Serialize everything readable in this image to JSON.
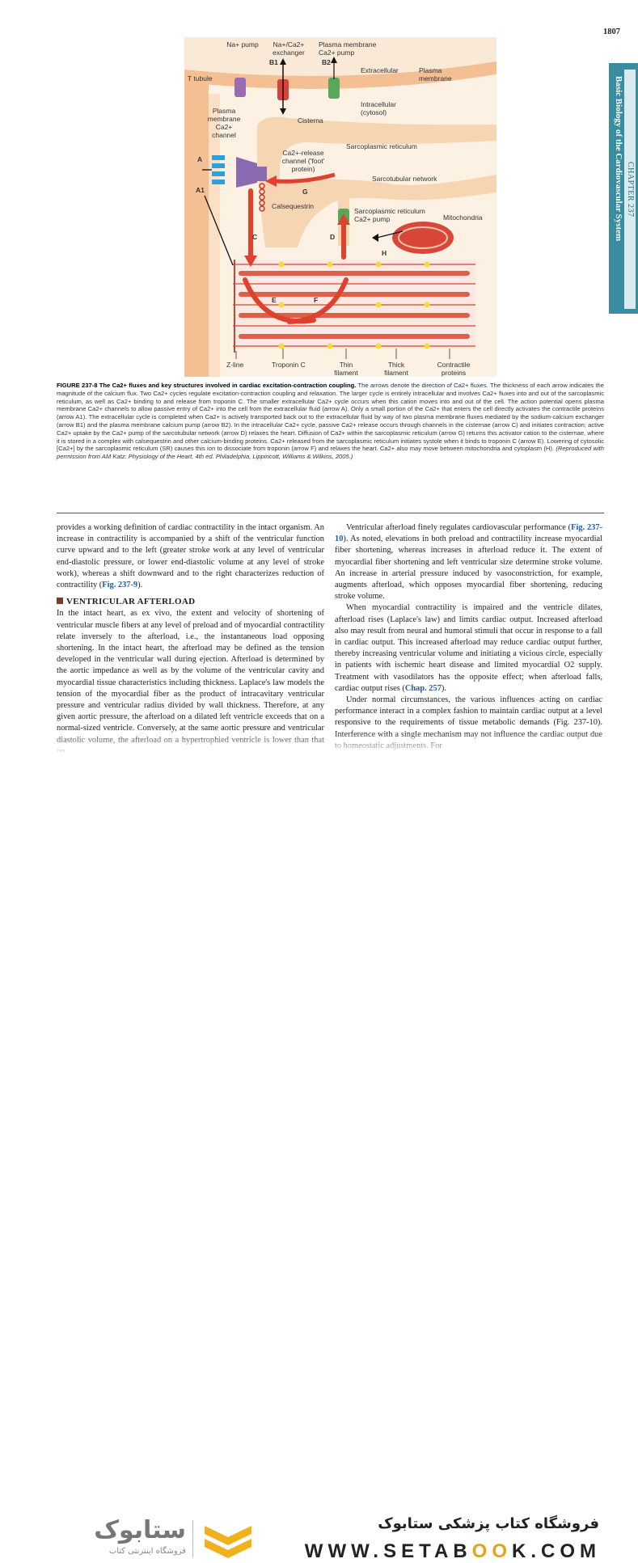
{
  "page_number": "1807",
  "side_tab": {
    "chapter": "CHAPTER 237",
    "section": "Basic Biology of the Cardiovascular System"
  },
  "figure": {
    "labels": {
      "na_pump": "Na+ pump",
      "na_ca_exchanger": "Na+/Ca2+ exchanger",
      "b1": "B1",
      "pm_ca_pump": "Plasma membrane Ca2+ pump",
      "b2": "B2",
      "extracellular": "Extracellular",
      "plasma_membrane": "Plasma membrane",
      "t_tubule": "T tubule",
      "intracellular": "Intracellular (cytosol)",
      "pm_ca_channel": "Plasma membrane Ca2+ channel",
      "cisterna": "Cisterna",
      "sr": "Sarcoplasmic reticulum",
      "a": "A",
      "ca_release_channel": "Ca2+-release channel ('foot' protein)",
      "sarcotubular": "Sarcotubular network",
      "a1": "A1",
      "g": "G",
      "calsequestrin": "Calsequestrin",
      "sr_ca_pump": "Sarcoplasmic reticulum Ca2+ pump",
      "mitochondria": "Mitochondria",
      "c": "C",
      "d": "D",
      "h": "H",
      "e": "E",
      "f": "F",
      "z_line": "Z-line",
      "troponin_c": "Troponin C",
      "thin_filament": "Thin filament",
      "thick_filament": "Thick filament",
      "contractile_proteins": "Contractile proteins"
    },
    "caption_title": "FIGURE 237-8 The Ca2+ fluxes and key structures involved in cardiac excitation-contraction coupling.",
    "caption_body": "The arrows denote the direction of Ca2+ fluxes. The thickness of each arrow indicates the magnitude of the calcium flux. Two Ca2+ cycles regulate excitation-contraction coupling and relaxation. The larger cycle is entirely intracellular and involves Ca2+ fluxes into and out of the sarcoplasmic reticulum, as well as Ca2+ binding to and release from troponin C. The smaller extracellular Ca2+ cycle occurs when this cation moves into and out of the cell. The action potential opens plasma membrane Ca2+ channels to allow passive entry of Ca2+ into the cell from the extracellular fluid (arrow A). Only a small portion of the Ca2+ that enters the cell directly activates the contractile proteins (arrow A1). The extracellular cycle is completed when Ca2+ is actively transported back out to the extracellular fluid by way of two plasma membrane fluxes mediated by the sodium-calcium exchanger (arrow B1) and the plasma membrane calcium pump (arrow B2). In the intracellular Ca2+ cycle, passive Ca2+ release occurs through channels in the cisternae (arrow C) and initiates contraction; active Ca2+ uptake by the Ca2+ pump of the sarcotubular network (arrow D) relaxes the heart. Diffusion of Ca2+ within the sarcoplasmic reticulum (arrow G) returns this activator cation to the cisternae, where it is stored in a complex with calsequestrin and other calcium-binding proteins. Ca2+ released from the sarcoplasmic reticulum initiates systole when it binds to troponin C (arrow E). Lowering of cytosolic [Ca2+] by the sarcoplasmic reticulum (SR) causes this ion to dissociate from troponin (arrow F) and relaxes the heart. Ca2+ also may move between mitochondria and cytoplasm (H).",
    "caption_credit": "(Reproduced with permission from AM Katz: Physiology of the Heart, 4th ed. Philadelphia, Lippincott, Williams & Wilkins, 2005.)"
  },
  "left_col": {
    "p1": "provides a working definition of cardiac contractility in the intact organism. An increase in contractility is accompanied by a shift of the ventricular function curve upward and to the left (greater stroke work at any level of ventricular end-diastolic pressure, or lower end-diastolic volume at any level of stroke work), whereas a shift downward and to the right characterizes reduction of contractility (",
    "p1_ref": "Fig. 237-9",
    "p1_end": ").",
    "heading": "VENTRICULAR AFTERLOAD",
    "p2": "In the intact heart, as ex vivo, the extent and velocity of shortening of ventricular muscle fibers at any level of preload and of myocardial contractility relate inversely to the afterload, i.e., the instantaneous load opposing shortening. In the intact heart, the afterload may be defined as the tension developed in the ventricular wall during ejection. Afterload is determined by the aortic impedance as well as by the volume of the ventricular cavity and myocardial tissue characteristics including thickness. Laplace's law models the tension of the myocardial fiber as the product of intracavitary ventricular pressure and ventricular radius divided by wall thickness. Therefore, at any given aortic pressure, the afterload on a dilated left ventricle exceeds that on a normal-sized ventricle. Conversely, at the same aortic pressure and ventricular diastolic volume, the afterload on a hypertrophied ventricle is lower than that on"
  },
  "right_col": {
    "p1_a": "Ventricular afterload finely regulates cardiovascular performance (",
    "p1_ref": "Fig. 237-10",
    "p1_b": "). As noted, elevations in both preload and contractility increase myocardial fiber shortening, whereas increases in afterload reduce it. The extent of myocardial fiber shortening and left ventricular size determine stroke volume. An increase in arterial pressure induced by vasoconstriction, for example, augments afterload, which opposes myocardial fiber shortening, reducing stroke volume.",
    "p2_a": "When myocardial contractility is impaired and the ventricle dilates, afterload rises (Laplace's law) and limits cardiac output. Increased afterload also may result from neural and humoral stimuli that occur in response to a fall in cardiac output. This increased afterload may reduce cardiac output further, thereby increasing ventricular volume and initiating a vicious circle, especially in patients with ischemic heart disease and limited myocardial O2 supply. Treatment with vasodilators has the opposite effect; when afterload falls, cardiac output rises (",
    "p2_ref": "Chap. 257",
    "p2_b": ").",
    "p3": "Under normal circumstances, the various influences acting on cardiac performance interact in a complex fashion to maintain cardiac output at a level responsive to the requirements of tissue metabolic demands (Fig. 237-10). Interference with a single mechanism may not influence the cardiac output due to homeostatic adjustments. For"
  },
  "banner": {
    "logo_text": "ستابوک",
    "logo_sub": "فروشگاه اینترنتی کتاب",
    "store_name": "فروشگاه کتاب پزشکی ستابوک",
    "url_a": "WWW.SETAB",
    "url_o1": "O",
    "url_o2": "O",
    "url_b": "K.COM"
  }
}
